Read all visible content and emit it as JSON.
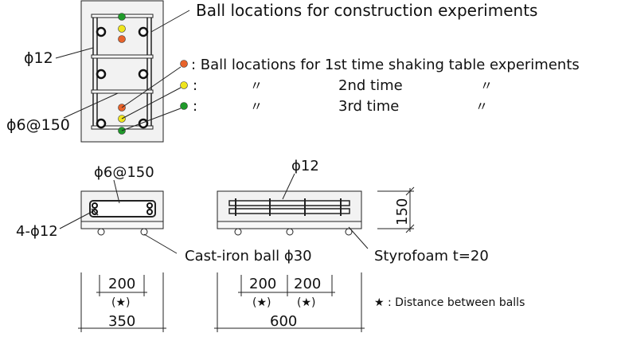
{
  "colors": {
    "orange": "#e8632b",
    "yellow": "#efe51d",
    "green": "#1f9a2a",
    "line": "#222222",
    "panel": "#f2f2f2"
  },
  "labels": {
    "construction": "Ball locations for construction experiments",
    "phi12_left": "ϕ12",
    "stirrup_left": "ϕ6@150",
    "legend_1st": ": Ball locations for 1st time shaking table experiments",
    "legend_2nd_colon": ":",
    "legend_2nd_ditto1": "〃",
    "legend_2nd_time": "2nd time",
    "legend_2nd_ditto2": "〃",
    "legend_3rd_colon": ":",
    "legend_3rd_ditto1": "〃",
    "legend_3rd_time": "3rd time",
    "legend_3rd_ditto2": "〃",
    "stirrup_small": "ϕ6@150",
    "phi12_long": "ϕ12",
    "rebar_count": "4-ϕ12",
    "cast_iron": "Cast-iron ball ϕ30",
    "styrofoam": "Styrofoam t=20",
    "height_150": "150",
    "dim_200_a": "200",
    "star_a": "(★)",
    "dim_350": "350",
    "dim_200_b": "200",
    "star_b": "(★)",
    "dim_200_c": "200",
    "star_c": "(★)",
    "dim_600": "600",
    "star_note": "★ : Distance between balls"
  }
}
